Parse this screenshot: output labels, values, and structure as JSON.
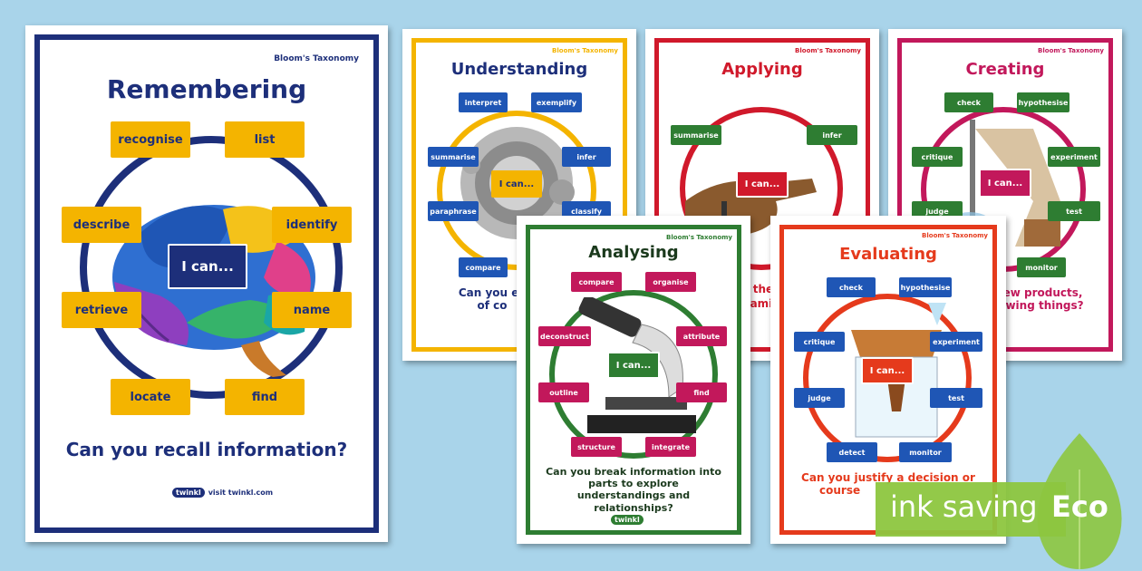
{
  "brand": "Bloom's Taxonomy",
  "ican": "I can...",
  "logo": {
    "mark": "twinkl",
    "url": "visit twinkl.com"
  },
  "remembering": {
    "title": "Remembering",
    "tags": [
      "recognise",
      "list",
      "describe",
      "identify",
      "retrieve",
      "name",
      "locate",
      "find"
    ],
    "question": "Can you recall information?"
  },
  "understanding": {
    "title": "Understanding",
    "tags": [
      "interpret",
      "exemplify",
      "summarise",
      "infer",
      "paraphrase",
      "classify",
      "compare"
    ],
    "question_l1": "Can you ex",
    "question_l2": "of co"
  },
  "applying": {
    "title": "Applying",
    "tags": [
      "summarise",
      "infer"
    ],
    "question_frag1": "the",
    "question_frag2": "amil"
  },
  "creating": {
    "title": "Creating",
    "tags": [
      "check",
      "hypothesise",
      "critique",
      "experiment",
      "judge",
      "test",
      "monitor"
    ],
    "question_l1": "te new products,",
    "question_l2": "f viewing things?"
  },
  "analysing": {
    "title": "Analysing",
    "tags": [
      "compare",
      "organise",
      "deconstruct",
      "attribute",
      "outline",
      "find",
      "structure",
      "integrate"
    ],
    "question": "Can you break information into parts to explore understandings and relationships?"
  },
  "evaluating": {
    "title": "Evaluating",
    "tags": [
      "check",
      "hypothesise",
      "critique",
      "experiment",
      "judge",
      "test",
      "detect",
      "monitor"
    ],
    "question_l1": "Can you justify a decision or",
    "question_l2": "course"
  },
  "eco": {
    "text": "ink saving",
    "badge": "Eco"
  }
}
